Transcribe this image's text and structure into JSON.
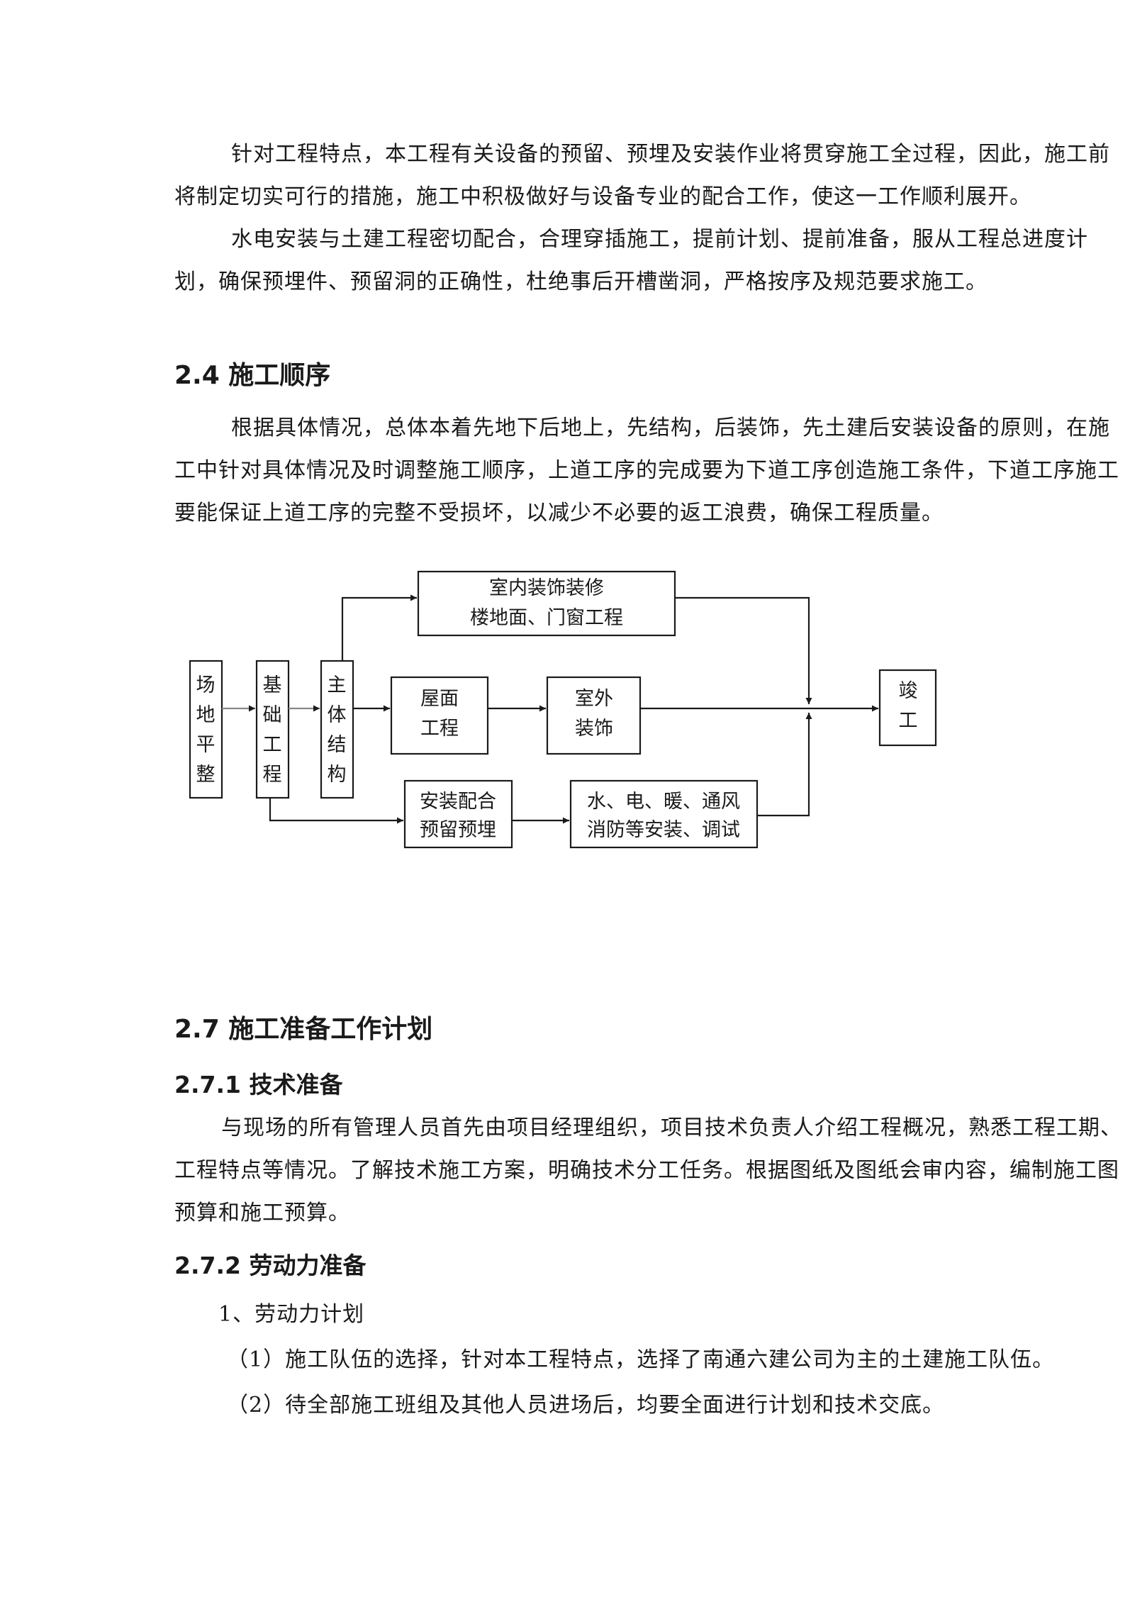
{
  "intro": {
    "p1": "针对工程特点，本工程有关设备的预留、预埋及安装作业将贯穿施工全过程，因此，施工前将制定切实可行的措施，施工中积极做好与设备专业的配合工作，使这一工作顺利展开。",
    "p2": "水电安装与土建工程密切配合，合理穿插施工，提前计划、提前准备，服从工程总进度计划，确保预埋件、预留洞的正确性，杜绝事后开槽凿洞，严格按序及规范要求施工。"
  },
  "section_24": {
    "heading": "2.4 施工顺序",
    "p1": "根据具体情况，总体本着先地下后地上，先结构，后装饰，先土建后安装设备的原则，在施工中针对具体情况及时调整施工顺序，上道工序的完成要为下道工序创造施工条件，下道工序施工要能保证上道工序的完整不受损坏，以减少不必要的返工浪费，确保工程质量。"
  },
  "flowchart": {
    "site": [
      "场",
      "地",
      "平",
      "整"
    ],
    "foundation": [
      "基",
      "础",
      "工",
      "程"
    ],
    "main": [
      "主",
      "体",
      "结",
      "构"
    ],
    "interior": [
      "室内装饰装修",
      "楼地面、门窗工程"
    ],
    "roof": [
      "屋面",
      "工程"
    ],
    "exterior": [
      "室外",
      "装饰"
    ],
    "install": [
      "安装配合",
      "预留预埋"
    ],
    "mep": [
      "水、电、暖、通风",
      "消防等安装、调试"
    ],
    "finish": [
      "竣",
      "工"
    ]
  },
  "section_27": {
    "heading": "2.7 施工准备工作计划",
    "sub1": {
      "heading": "2.7.1 技术准备",
      "p1": "与现场的所有管理人员首先由项目经理组织，项目技术负责人介绍工程概况，熟悉工程工期、工程特点等情况。了解技术施工方案，明确技术分工任务。根据图纸及图纸会审内容，编制施工图预算和施工预算。"
    },
    "sub2": {
      "heading": "2.7.2 劳动力准备",
      "item1": "1、劳动力计划",
      "item2": "（1）施工队伍的选择，针对本工程特点，选择了南通六建公司为主的土建施工队伍。",
      "item3": "（2）待全部施工班组及其他人员进场后，均要全面进行计划和技术交底。"
    }
  }
}
